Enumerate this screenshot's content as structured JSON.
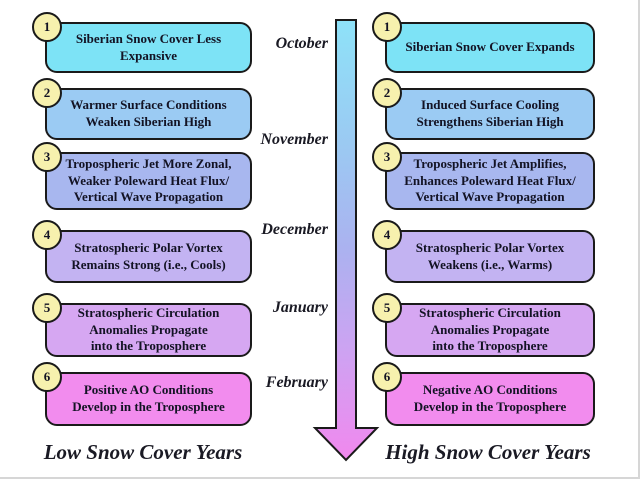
{
  "months": [
    "October",
    "November",
    "December",
    "January",
    "February"
  ],
  "palette": {
    "badge_fill": "#f7f1ae",
    "outline": "#1a1a1a",
    "arrow_gradient": [
      "#8ee2f8",
      "#9cc8f2",
      "#abb2f0",
      "#cda3f2",
      "#f188ee"
    ],
    "row_colors": [
      "#7de3f6",
      "#9bcbf3",
      "#a8b7ef",
      "#c3b3f2",
      "#d6a7f2",
      "#f28cee"
    ]
  },
  "columns": {
    "low": {
      "caption": "Low Snow Cover Years",
      "steps": [
        {
          "num": "1",
          "text": "Siberian Snow Cover Less\nExpansive",
          "color": "#7de3f6"
        },
        {
          "num": "2",
          "text": "Warmer Surface Conditions\nWeaken Siberian High",
          "color": "#9bcbf3"
        },
        {
          "num": "3",
          "text": "Tropospheric Jet More Zonal,\nWeaker Poleward Heat Flux/\nVertical Wave Propagation",
          "color": "#a8b7ef"
        },
        {
          "num": "4",
          "text": "Stratospheric Polar Vortex\nRemains Strong (i.e., Cools)",
          "color": "#c3b3f2"
        },
        {
          "num": "5",
          "text": "Stratospheric Circulation\nAnomalies Propagate\ninto the Troposphere",
          "color": "#d6a7f2"
        },
        {
          "num": "6",
          "text": "Positive AO Conditions\nDevelop in the Troposphere",
          "color": "#f28cee"
        }
      ]
    },
    "high": {
      "caption": "High Snow Cover Years",
      "steps": [
        {
          "num": "1",
          "text": "Siberian Snow Cover Expands",
          "color": "#7de3f6"
        },
        {
          "num": "2",
          "text": "Induced Surface Cooling\nStrengthens Siberian High",
          "color": "#9bcbf3"
        },
        {
          "num": "3",
          "text": "Tropospheric Jet Amplifies,\nEnhances Poleward Heat Flux/\nVertical Wave Propagation",
          "color": "#a8b7ef"
        },
        {
          "num": "4",
          "text": "Stratospheric Polar Vortex\nWeakens (i.e., Warms)",
          "color": "#c3b3f2"
        },
        {
          "num": "5",
          "text": "Stratospheric Circulation\nAnomalies Propagate\ninto the Troposphere",
          "color": "#d6a7f2"
        },
        {
          "num": "6",
          "text": "Negative AO Conditions\nDevelop in the Troposphere",
          "color": "#f28cee"
        }
      ]
    }
  }
}
